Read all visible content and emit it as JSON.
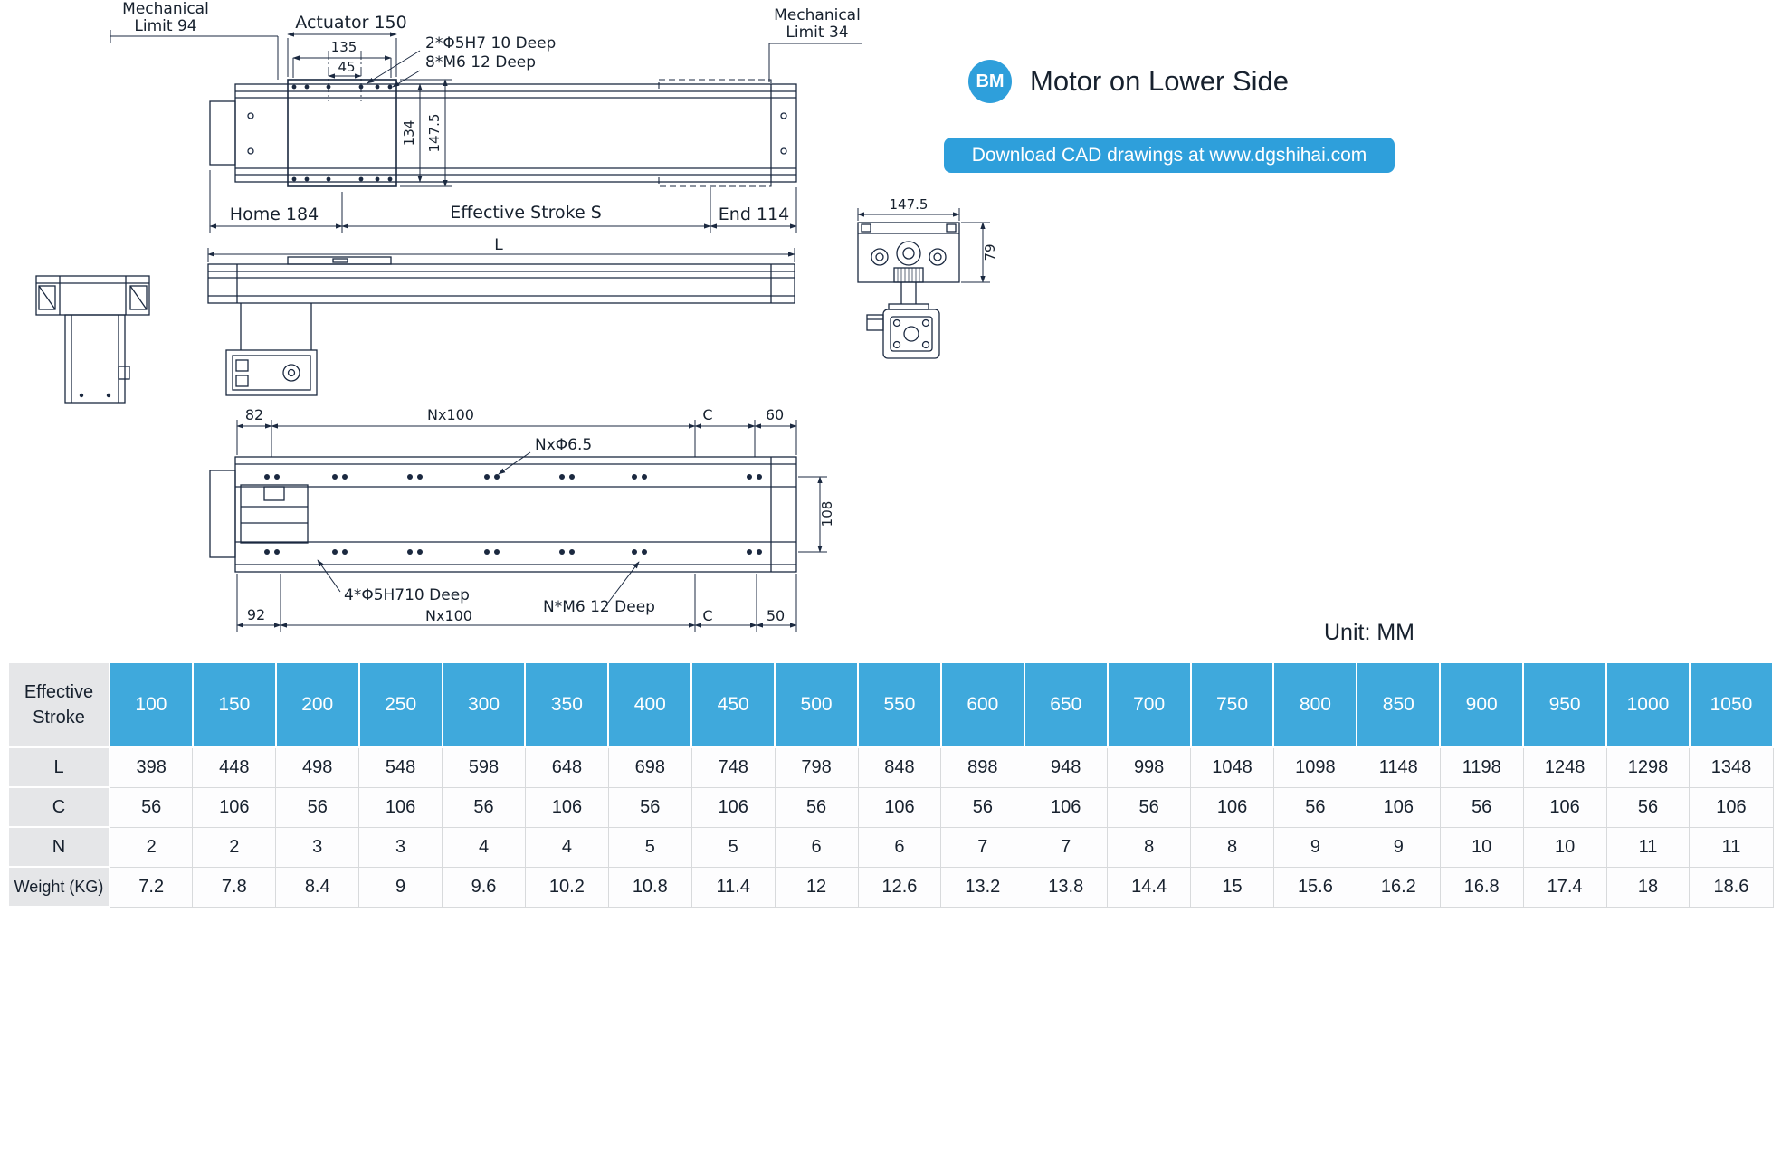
{
  "colors": {
    "accent_blue": "#2E9FDB",
    "table_header_blue": "#3FA9DC",
    "row_header_gray": "#E5E6E8",
    "drawing_line": "#1B2940",
    "text_dark": "#17212E"
  },
  "header": {
    "badge": "BM",
    "title": "Motor on Lower Side",
    "download_button": "Download CAD drawings at www.dgshihai.com"
  },
  "unit_label": "Unit: MM",
  "top_view": {
    "mech_limit_left_1": "Mechanical",
    "mech_limit_left_2": "Limit 94",
    "actuator": "Actuator 150",
    "dim_135": "135",
    "dim_45": "45",
    "holes_a": "2*Φ5H7  10 Deep",
    "holes_b": "8*M6  12 Deep",
    "mech_limit_right_1": "Mechanical",
    "mech_limit_right_2": "Limit 34",
    "dim_134": "134",
    "dim_147_5": "147.5",
    "home": "Home 184",
    "stroke": "Effective Stroke S",
    "end": "End 114"
  },
  "side_view": {
    "dim_L": "L"
  },
  "end_view": {
    "dim_width": "147.5",
    "dim_height": "79"
  },
  "bottom_view": {
    "dim_82": "82",
    "dim_nx100_top": "Nx100",
    "dim_c_top": "C",
    "dim_60": "60",
    "holes_top": "NxΦ6.5",
    "dim_108": "108",
    "holes_bottom_a": "4*Φ5H710 Deep",
    "holes_bottom_b": "N*M6 12 Deep",
    "dim_92": "92",
    "dim_nx100_bottom": "Nx100",
    "dim_c_bottom": "C",
    "dim_50": "50"
  },
  "table": {
    "corner_header": "Effective Stroke",
    "row_headers": [
      "L",
      "C",
      "N",
      "Weight (KG)"
    ],
    "columns": [
      "100",
      "150",
      "200",
      "250",
      "300",
      "350",
      "400",
      "450",
      "500",
      "550",
      "600",
      "650",
      "700",
      "750",
      "800",
      "850",
      "900",
      "950",
      "1000",
      "1050"
    ],
    "rows": [
      [
        "398",
        "448",
        "498",
        "548",
        "598",
        "648",
        "698",
        "748",
        "798",
        "848",
        "898",
        "948",
        "998",
        "1048",
        "1098",
        "1148",
        "1198",
        "1248",
        "1298",
        "1348"
      ],
      [
        "56",
        "106",
        "56",
        "106",
        "56",
        "106",
        "56",
        "106",
        "56",
        "106",
        "56",
        "106",
        "56",
        "106",
        "56",
        "106",
        "56",
        "106",
        "56",
        "106"
      ],
      [
        "2",
        "2",
        "3",
        "3",
        "4",
        "4",
        "5",
        "5",
        "6",
        "6",
        "7",
        "7",
        "8",
        "8",
        "9",
        "9",
        "10",
        "10",
        "11",
        "11"
      ],
      [
        "7.2",
        "7.8",
        "8.4",
        "9",
        "9.6",
        "10.2",
        "10.8",
        "11.4",
        "12",
        "12.6",
        "13.2",
        "13.8",
        "14.4",
        "15",
        "15.6",
        "16.2",
        "16.8",
        "17.4",
        "18",
        "18.6"
      ]
    ]
  }
}
